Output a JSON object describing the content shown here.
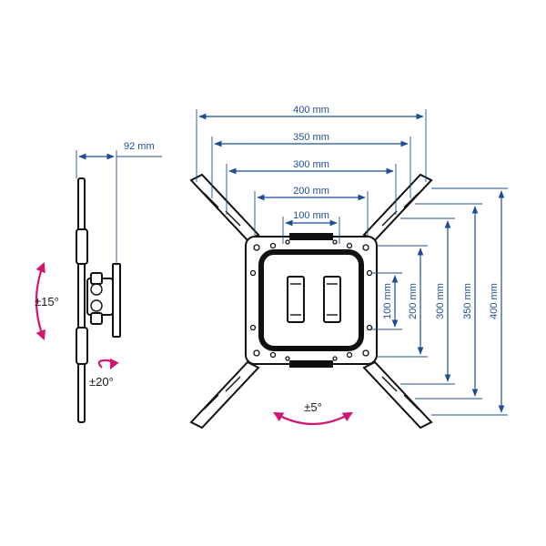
{
  "side_view": {
    "depth_label": "92 mm",
    "tilt_label": "±15°",
    "swivel_label": "±20°"
  },
  "front_view": {
    "horizontal_dims": [
      "400 mm",
      "350 mm",
      "300 mm",
      "200 mm",
      "100 mm"
    ],
    "vertical_dims": [
      "100 mm",
      "200 mm",
      "300 mm",
      "350 mm",
      "400 mm"
    ],
    "rotation_label": "±5°"
  },
  "colors": {
    "dimension": "#1f4e96",
    "rotation_arrow": "#d6146f",
    "outline": "#111111"
  }
}
